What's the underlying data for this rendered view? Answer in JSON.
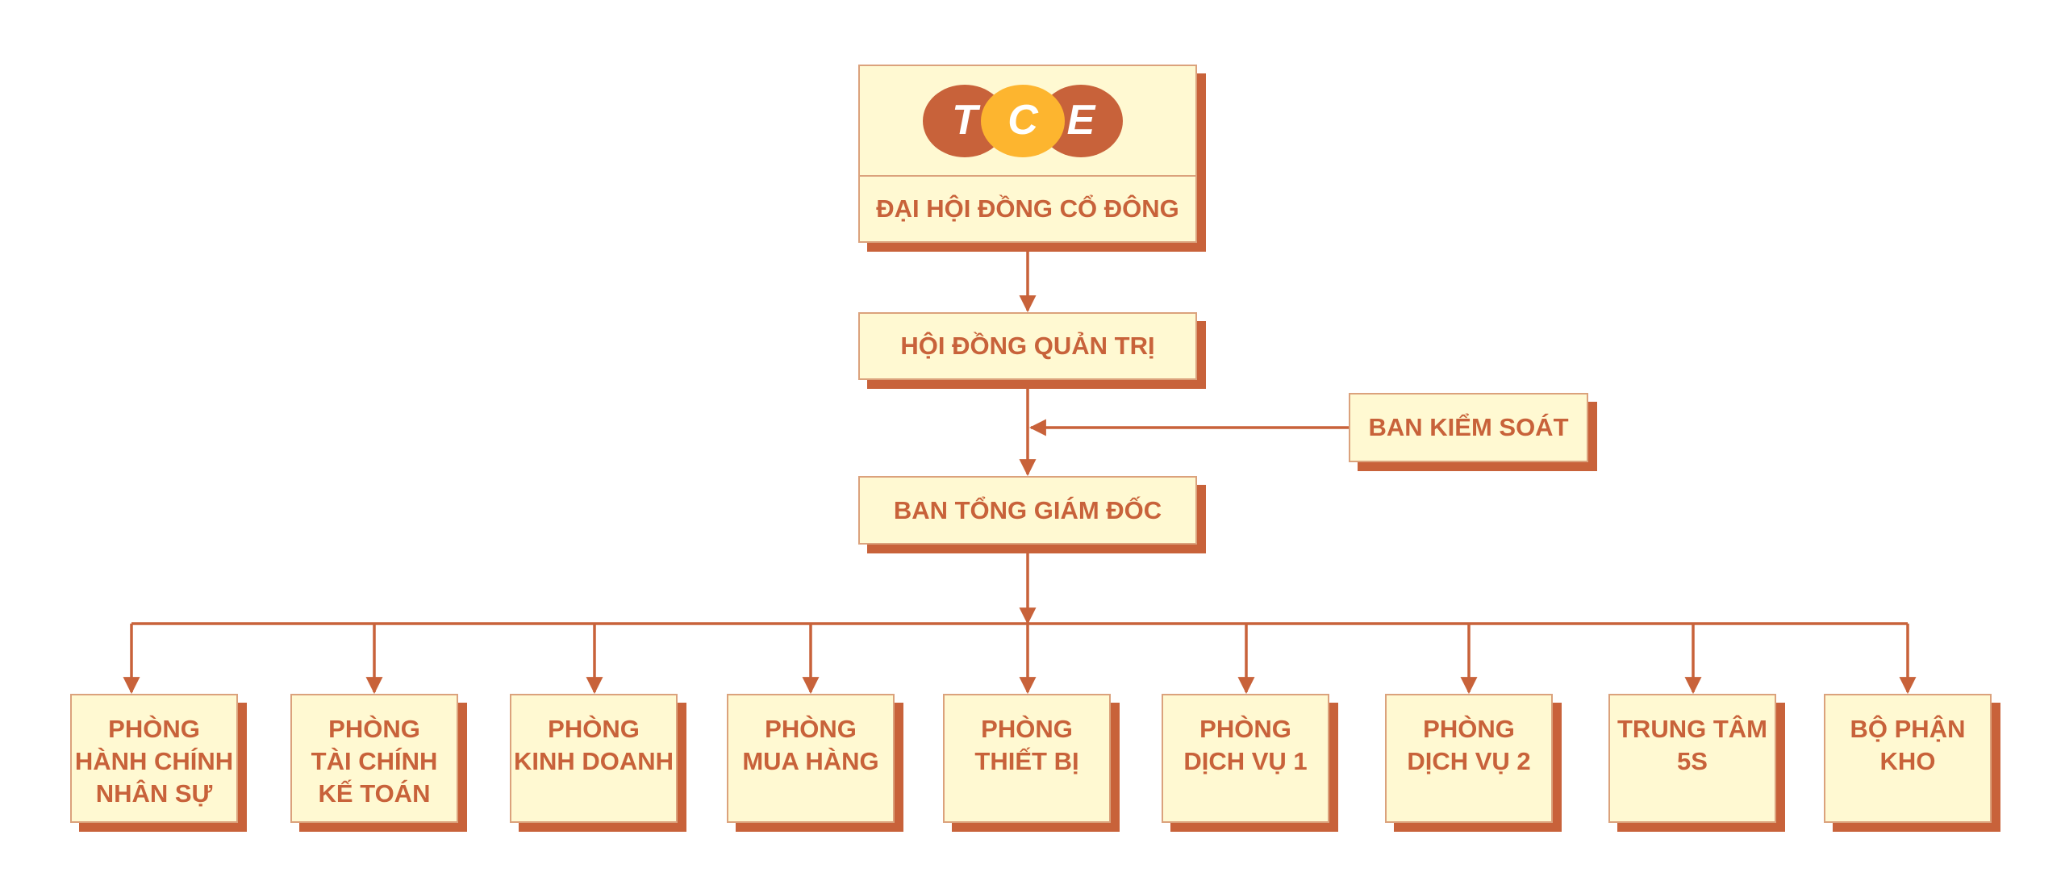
{
  "colors": {
    "box_fill": "#fff9d2",
    "box_border": "#dba27c",
    "shadow_and_lines": "#c8623a",
    "text": "#c8623a",
    "logo_dark": "#c8623a",
    "logo_light": "#fdb52f"
  },
  "logo": {
    "letters": [
      "T",
      "C",
      "E"
    ]
  },
  "nodes": {
    "shareholders": "ĐẠI HỘI ĐỒNG CỔ ĐÔNG",
    "board": "HỘI ĐỒNG QUẢN TRỊ",
    "supervisory": "BAN KIỂM SOÁT",
    "ceo": "BAN TỔNG GIÁM ĐỐC"
  },
  "departments": [
    {
      "id": "hr",
      "label": "PHÒNG\nHÀNH CHÍNH\nNHÂN SỰ"
    },
    {
      "id": "finance",
      "label": "PHÒNG\nTÀI CHÍNH\nKẾ TOÁN"
    },
    {
      "id": "sales",
      "label": "PHÒNG\nKINH DOANH"
    },
    {
      "id": "purchasing",
      "label": "PHÒNG\nMUA HÀNG"
    },
    {
      "id": "equipment",
      "label": "PHÒNG\nTHIẾT BỊ"
    },
    {
      "id": "service1",
      "label": "PHÒNG\nDỊCH VỤ 1"
    },
    {
      "id": "service2",
      "label": "PHÒNG\nDỊCH VỤ 2"
    },
    {
      "id": "center5s",
      "label": "TRUNG TÂM\n5S"
    },
    {
      "id": "warehouse",
      "label": "BỘ PHẬN\nKHO"
    }
  ]
}
